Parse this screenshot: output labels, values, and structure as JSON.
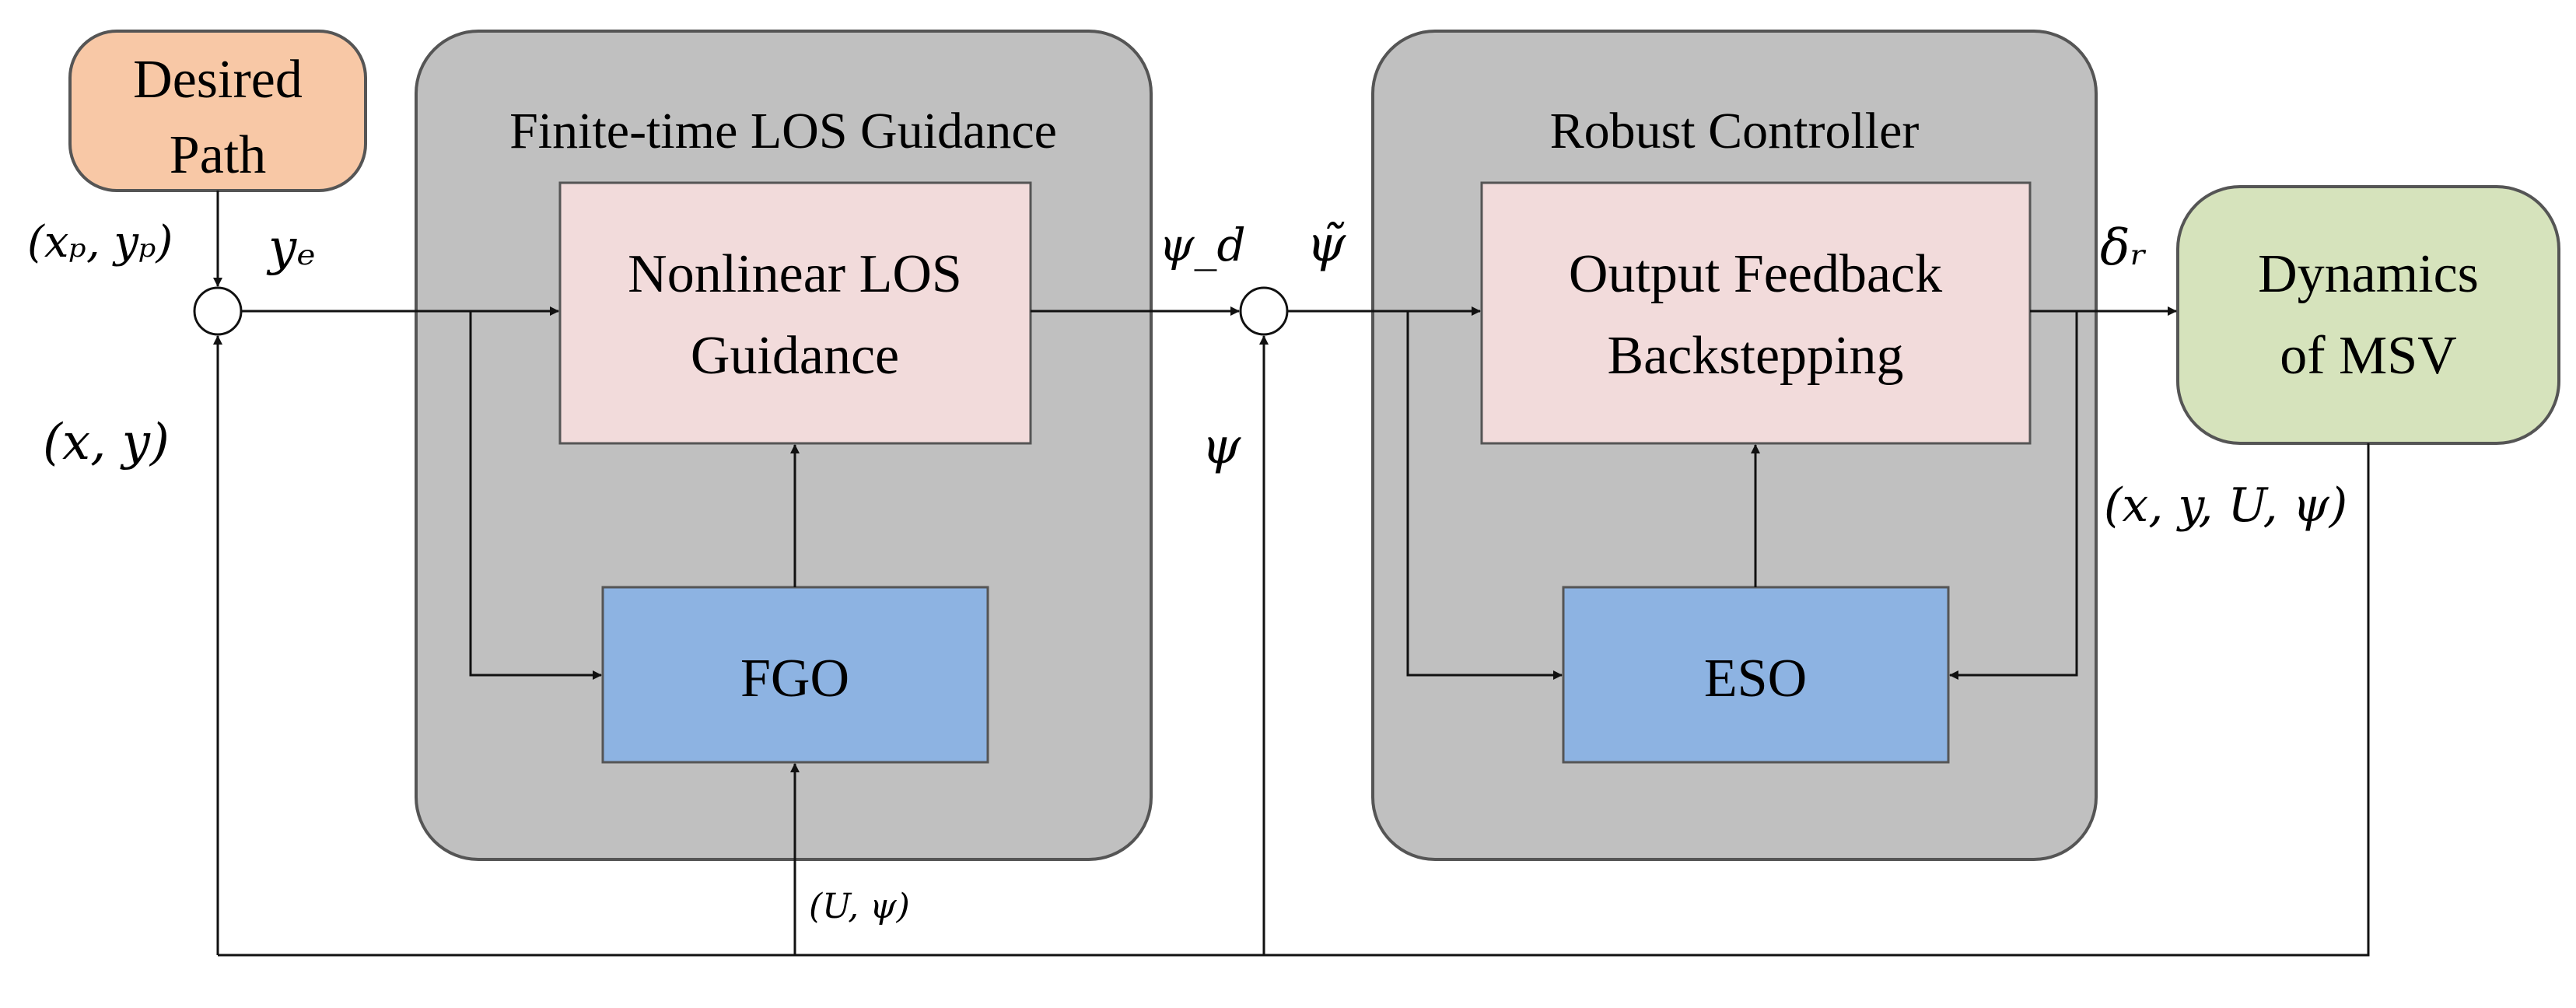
{
  "blocks": {
    "desired_path": [
      "Desired",
      "Path"
    ],
    "guidance_group_title": "Finite-time LOS Guidance",
    "nonlinear_los": [
      "Nonlinear LOS",
      "Guidance"
    ],
    "fgo": "FGO",
    "controller_group_title": "Robust Controller",
    "backstepping": [
      "Output Feedback",
      "Backstepping"
    ],
    "eso": "ESO",
    "dynamics": [
      "Dynamics",
      "of MSV"
    ]
  },
  "signals": {
    "xp_yp": "(xₚ, yₚ)",
    "ye": "yₑ",
    "x_y": "(x, y)",
    "psi_d": "ψ_d",
    "psi_tilde": "ψ̃",
    "psi": "ψ",
    "delta_r": "δᵣ",
    "x_y_U_psi": "(x, y, U, ψ)",
    "U_psi": "(U, ψ)"
  },
  "colors": {
    "desired_path_fill": "#f8c8a6",
    "group_fill": "#c0c0c0",
    "pink_fill": "#f2dbdb",
    "blue_fill": "#8db3e2",
    "dynamics_fill": "#d6e3bc"
  }
}
